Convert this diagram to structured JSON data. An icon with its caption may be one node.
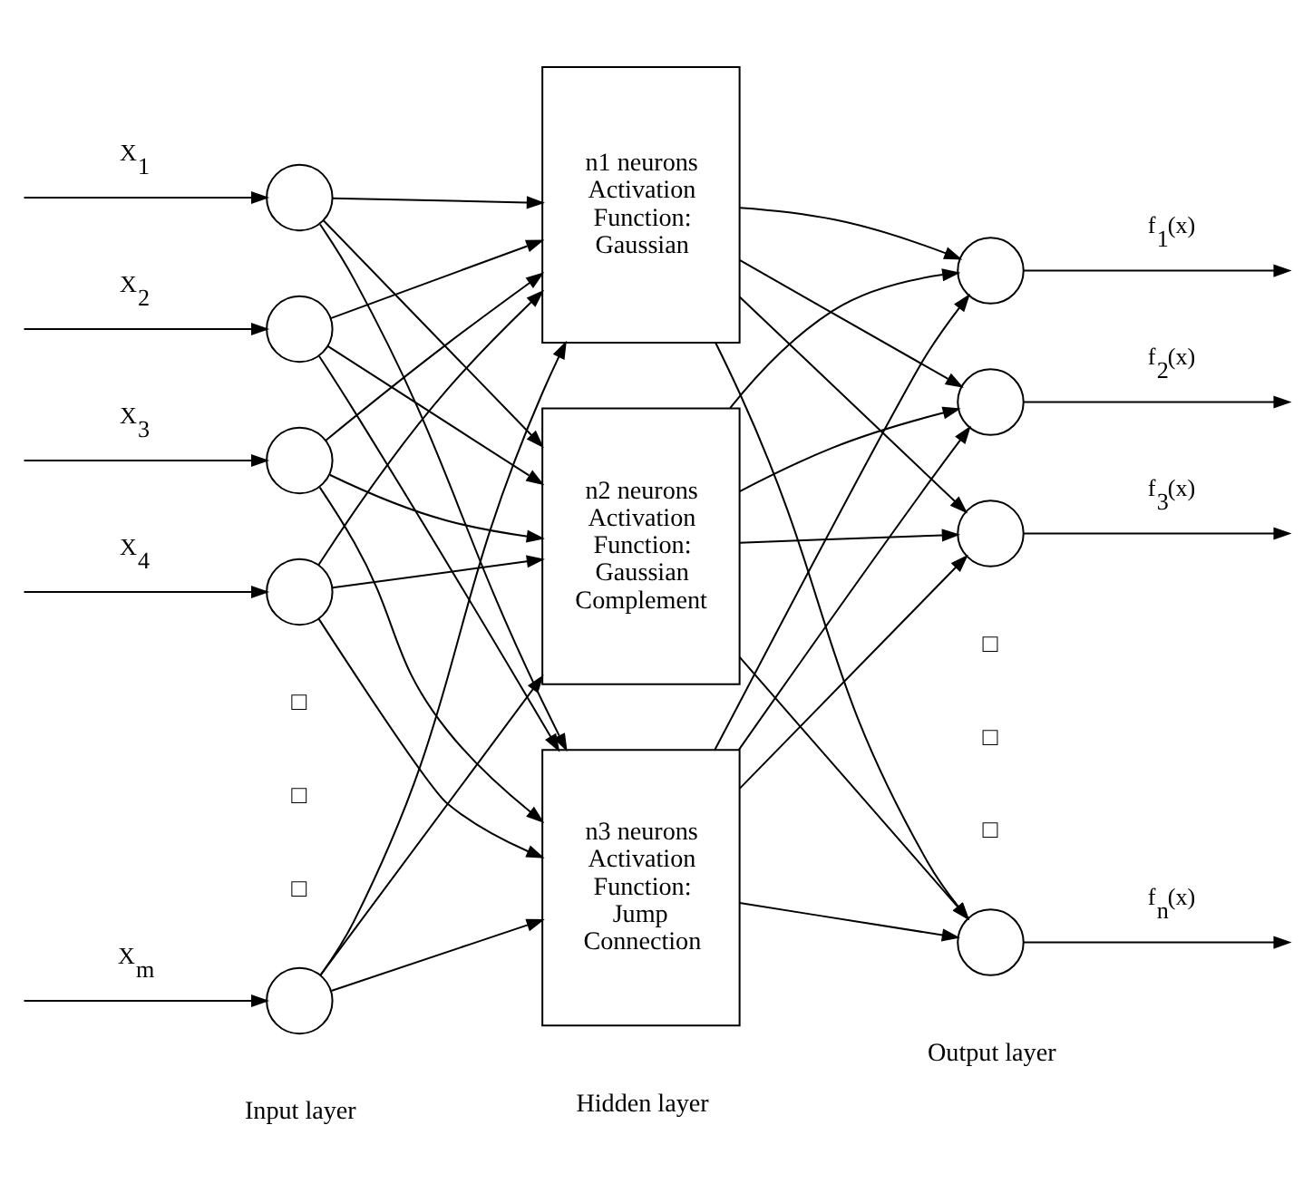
{
  "diagram": {
    "nodes": [
      {
        "text": [],
        "shape": "circle"
      },
      {
        "text": [],
        "shape": "circle"
      },
      {
        "text": [],
        "shape": "circle"
      },
      {
        "text": [],
        "shape": "circle"
      },
      {
        "text": [],
        "shape": "circle"
      },
      {
        "text": [
          "n1 neurons",
          "Activation Function: Gaussian"
        ]
      },
      {
        "text": [
          "n2 neurons",
          "Activation Function: Gaussian Complement"
        ]
      },
      {
        "text": [
          "n3 neurons",
          "Activation Function: Jump Connection"
        ]
      },
      {
        "text": [],
        "shape": "circle"
      },
      {
        "text": [],
        "shape": "circle"
      },
      {
        "text": [],
        "shape": "circle"
      },
      {
        "text": [],
        "shape": "circle"
      }
    ],
    "edges": [
      {
        "from": null,
        "to": 0,
        "arrow": "to",
        "label": "X$_{1}$"
      },
      {
        "from": null,
        "to": 1,
        "arrow": "to",
        "label": "X$_{2}$"
      },
      {
        "from": null,
        "to": 2,
        "arrow": "to",
        "label": "X$_{3}$"
      },
      {
        "from": null,
        "to": 3,
        "arrow": "to",
        "label": "X$_{4}$"
      },
      {
        "from": null,
        "to": 4,
        "arrow": "to",
        "label": "X$_{m}$"
      },
      {
        "from": 0,
        "to": 5,
        "arrow": "to"
      },
      {
        "from": 0,
        "to": 6,
        "arrow": "to"
      },
      {
        "from": 0,
        "to": 7,
        "arrow": "to"
      },
      {
        "from": 1,
        "to": 5,
        "arrow": "to"
      },
      {
        "from": 1,
        "to": 6,
        "arrow": "to"
      },
      {
        "from": 1,
        "to": 7,
        "arrow": "to"
      },
      {
        "from": 2,
        "to": 5,
        "arrow": "to"
      },
      {
        "from": 2,
        "to": 6,
        "arrow": "to"
      },
      {
        "from": 2,
        "to": 7,
        "arrow": "to"
      },
      {
        "from": 3,
        "to": 5,
        "arrow": "to"
      },
      {
        "from": 3,
        "to": 6,
        "arrow": "to"
      },
      {
        "from": 3,
        "to": 7,
        "arrow": "to"
      },
      {
        "from": 4,
        "to": 5,
        "arrow": "to"
      },
      {
        "from": 4,
        "to": 6,
        "arrow": "to"
      },
      {
        "from": 4,
        "to": 7,
        "arrow": "to"
      },
      {
        "from": 5,
        "to": 8,
        "arrow": "to"
      },
      {
        "from": 5,
        "to": 9,
        "arrow": "to"
      },
      {
        "from": 5,
        "to": 10,
        "arrow": "to"
      },
      {
        "from": 5,
        "to": 11,
        "arrow": "to"
      },
      {
        "from": 6,
        "to": 8,
        "arrow": "to"
      },
      {
        "from": 6,
        "to": 9,
        "arrow": "to"
      },
      {
        "from": 6,
        "to": 10,
        "arrow": "to"
      },
      {
        "from": 6,
        "to": 11,
        "arrow": "to"
      },
      {
        "from": 7,
        "to": 8,
        "arrow": "to"
      },
      {
        "from": 7,
        "to": 9,
        "arrow": "to"
      },
      {
        "from": 7,
        "to": 10,
        "arrow": "to"
      },
      {
        "from": 7,
        "to": 11,
        "arrow": "to"
      },
      {
        "from": 8,
        "to": null,
        "arrow": "to",
        "label": "f$_{1}$(x)"
      },
      {
        "from": 9,
        "to": null,
        "arrow": "to",
        "label": "f$_{2}$(x)"
      },
      {
        "from": 10,
        "to": null,
        "arrow": "to",
        "label": "f$_{3}$(x)"
      },
      {
        "from": 11,
        "to": null,
        "arrow": "to",
        "label": "f$_{n}$(x)"
      }
    ],
    "labels": [
      "□",
      "□",
      "□",
      "□",
      "□",
      "□",
      "Input layer",
      "Hidden layer",
      "Output layer"
    ]
  }
}
